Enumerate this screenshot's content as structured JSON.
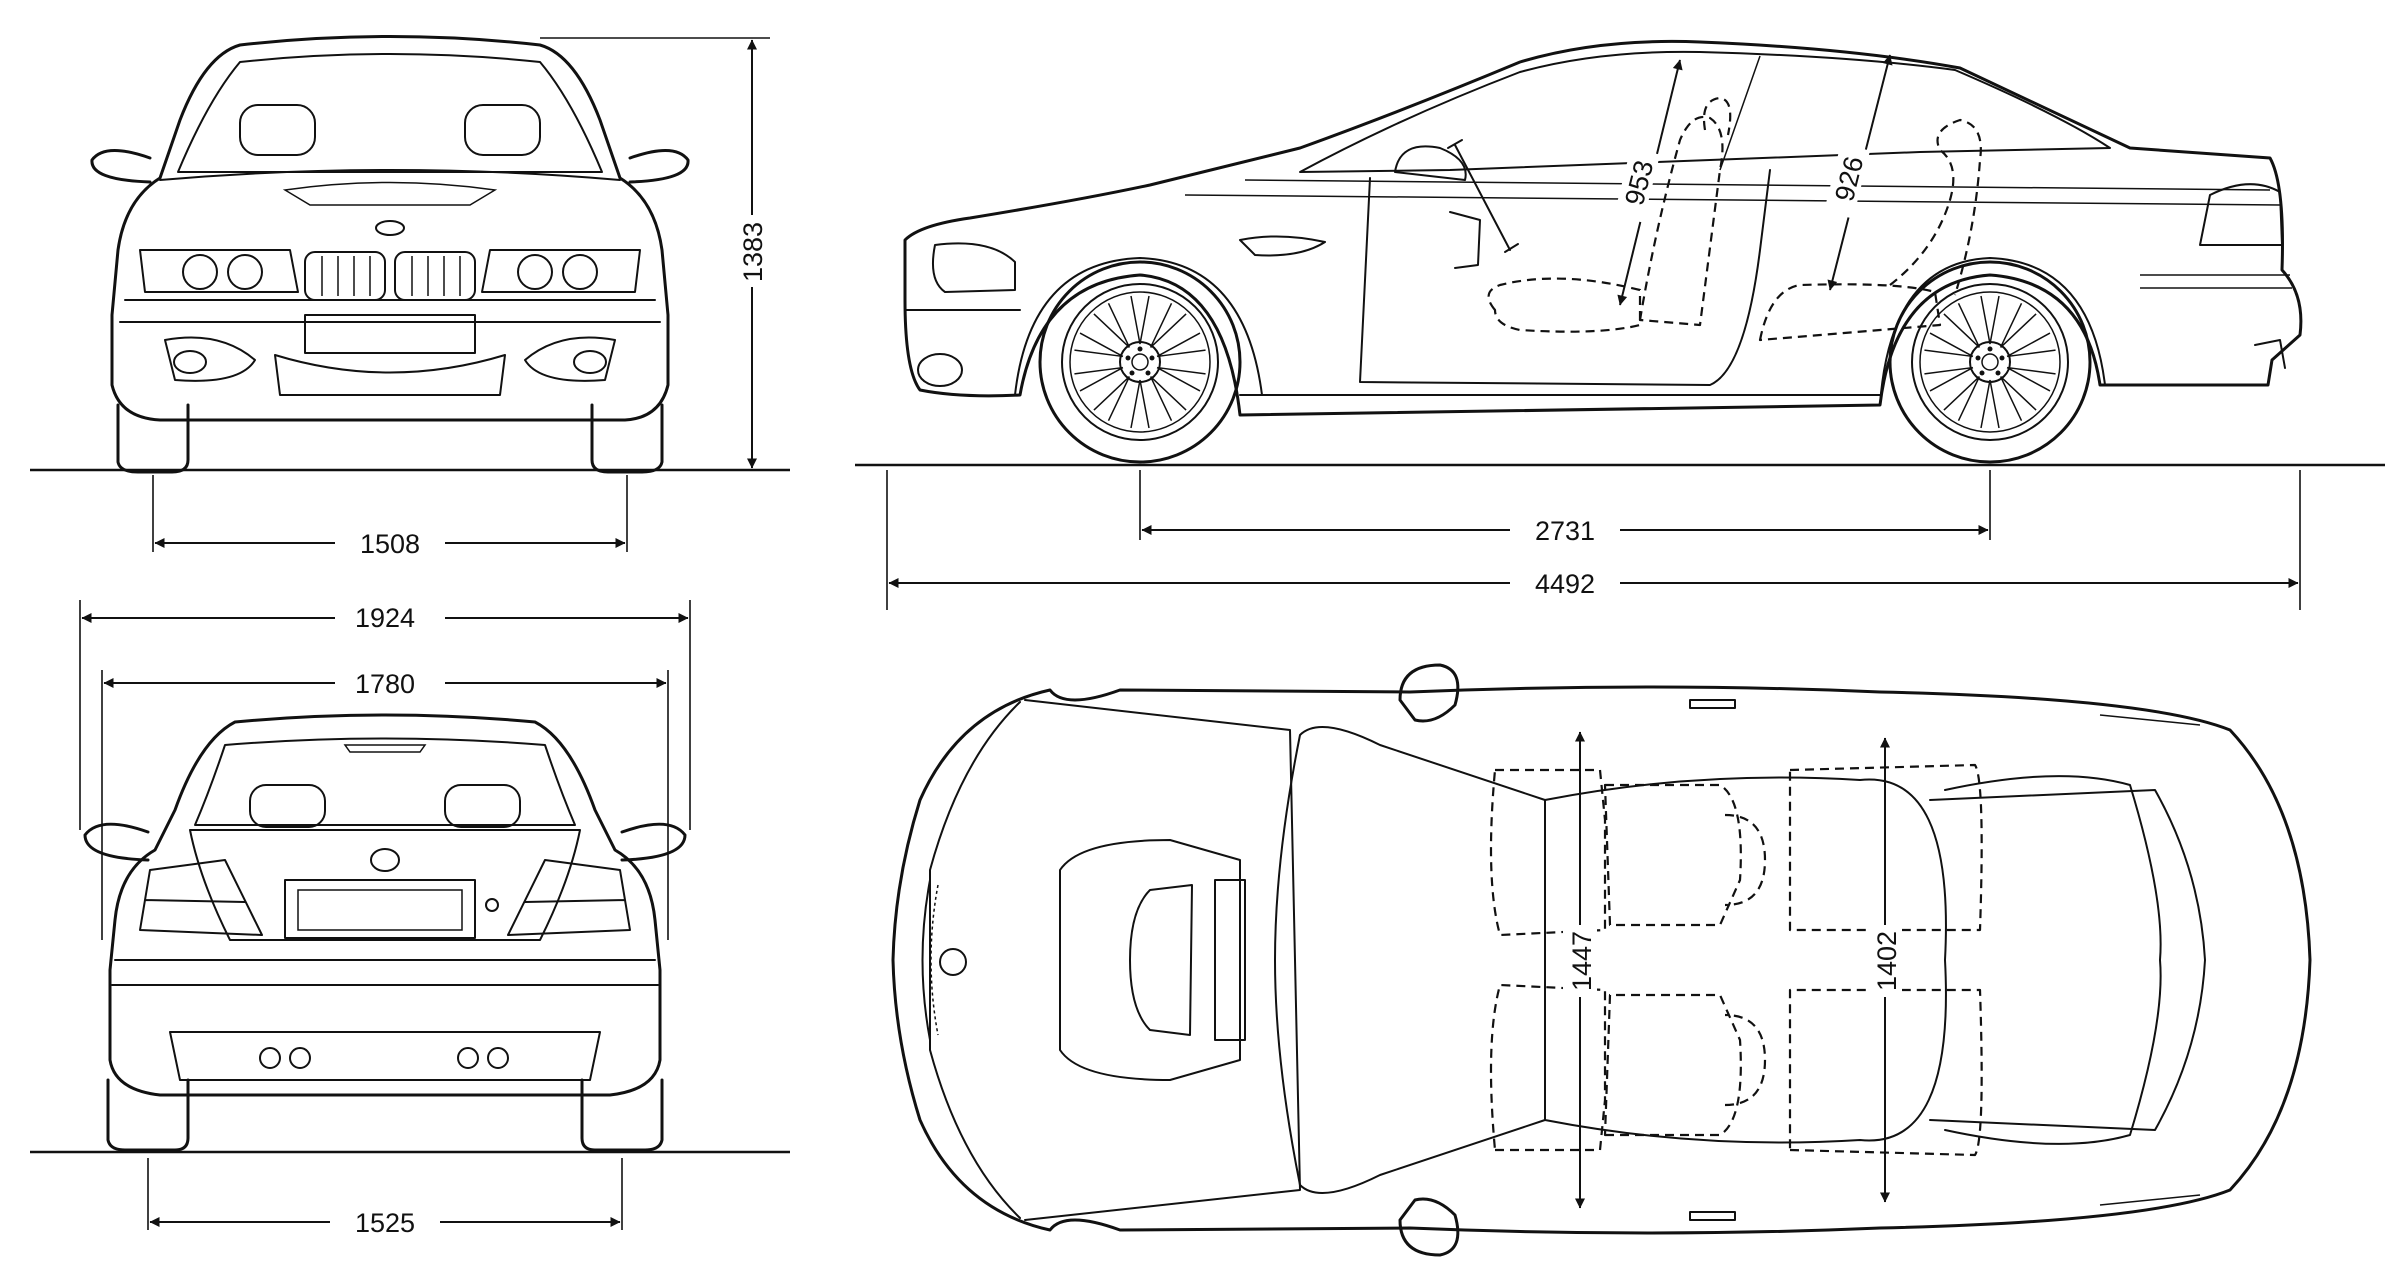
{
  "dimensions": {
    "front_track": "1508",
    "height": "1383",
    "wheelbase": "2731",
    "length": "4492",
    "width_mirrors": "1924",
    "width": "1780",
    "rear_track": "1525",
    "front_headroom": "953",
    "rear_headroom": "926",
    "front_shoulder": "1447",
    "rear_shoulder": "1402"
  }
}
